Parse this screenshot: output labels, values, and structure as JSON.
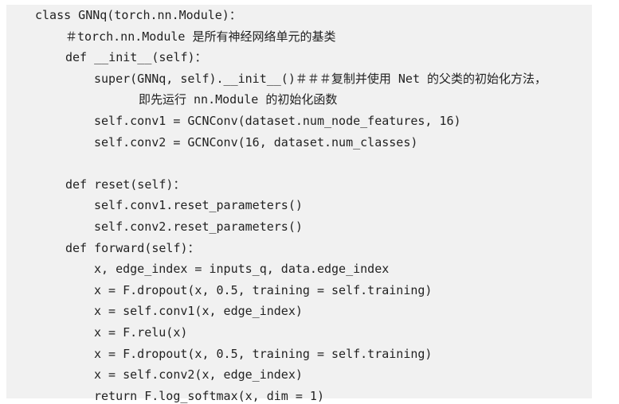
{
  "code": {
    "lines": [
      {
        "indent": 0,
        "text": "class GNNq(torch.nn.Module)："
      },
      {
        "indent": 1,
        "text": "＃torch.nn.Module 是所有神经网络单元的基类"
      },
      {
        "indent": 1,
        "text": "def __init__(self)："
      },
      {
        "indent": 2,
        "text": "super(GNNq, self).__init__()＃＃＃复制并使用 Net 的父类的初始化方法，"
      },
      {
        "indent": 3,
        "text": "即先运行 nn.Module 的初始化函数"
      },
      {
        "indent": 2,
        "text": "self.conv1 = GCNConv(dataset.num_node_features, 16)"
      },
      {
        "indent": 2,
        "text": "self.conv2 = GCNConv(16, dataset.num_classes)"
      },
      {
        "indent": 0,
        "text": ""
      },
      {
        "indent": 1,
        "text": "def reset(self)："
      },
      {
        "indent": 2,
        "text": "self.conv1.reset_parameters()"
      },
      {
        "indent": 2,
        "text": "self.conv2.reset_parameters()"
      },
      {
        "indent": 1,
        "text": "def forward(self)："
      },
      {
        "indent": 2,
        "text": "x, edge_index = inputs_q, data.edge_index"
      },
      {
        "indent": 2,
        "text": "x = F.dropout(x, 0.5, training = self.training)"
      },
      {
        "indent": 2,
        "text": "x = self.conv1(x, edge_index)"
      },
      {
        "indent": 2,
        "text": "x = F.relu(x)"
      },
      {
        "indent": 2,
        "text": "x = F.dropout(x, 0.5, training = self.training)"
      },
      {
        "indent": 2,
        "text": "x = self.conv2(x, edge_index)"
      },
      {
        "indent": 2,
        "text": "return F.log_softmax(x, dim = 1)"
      }
    ]
  }
}
